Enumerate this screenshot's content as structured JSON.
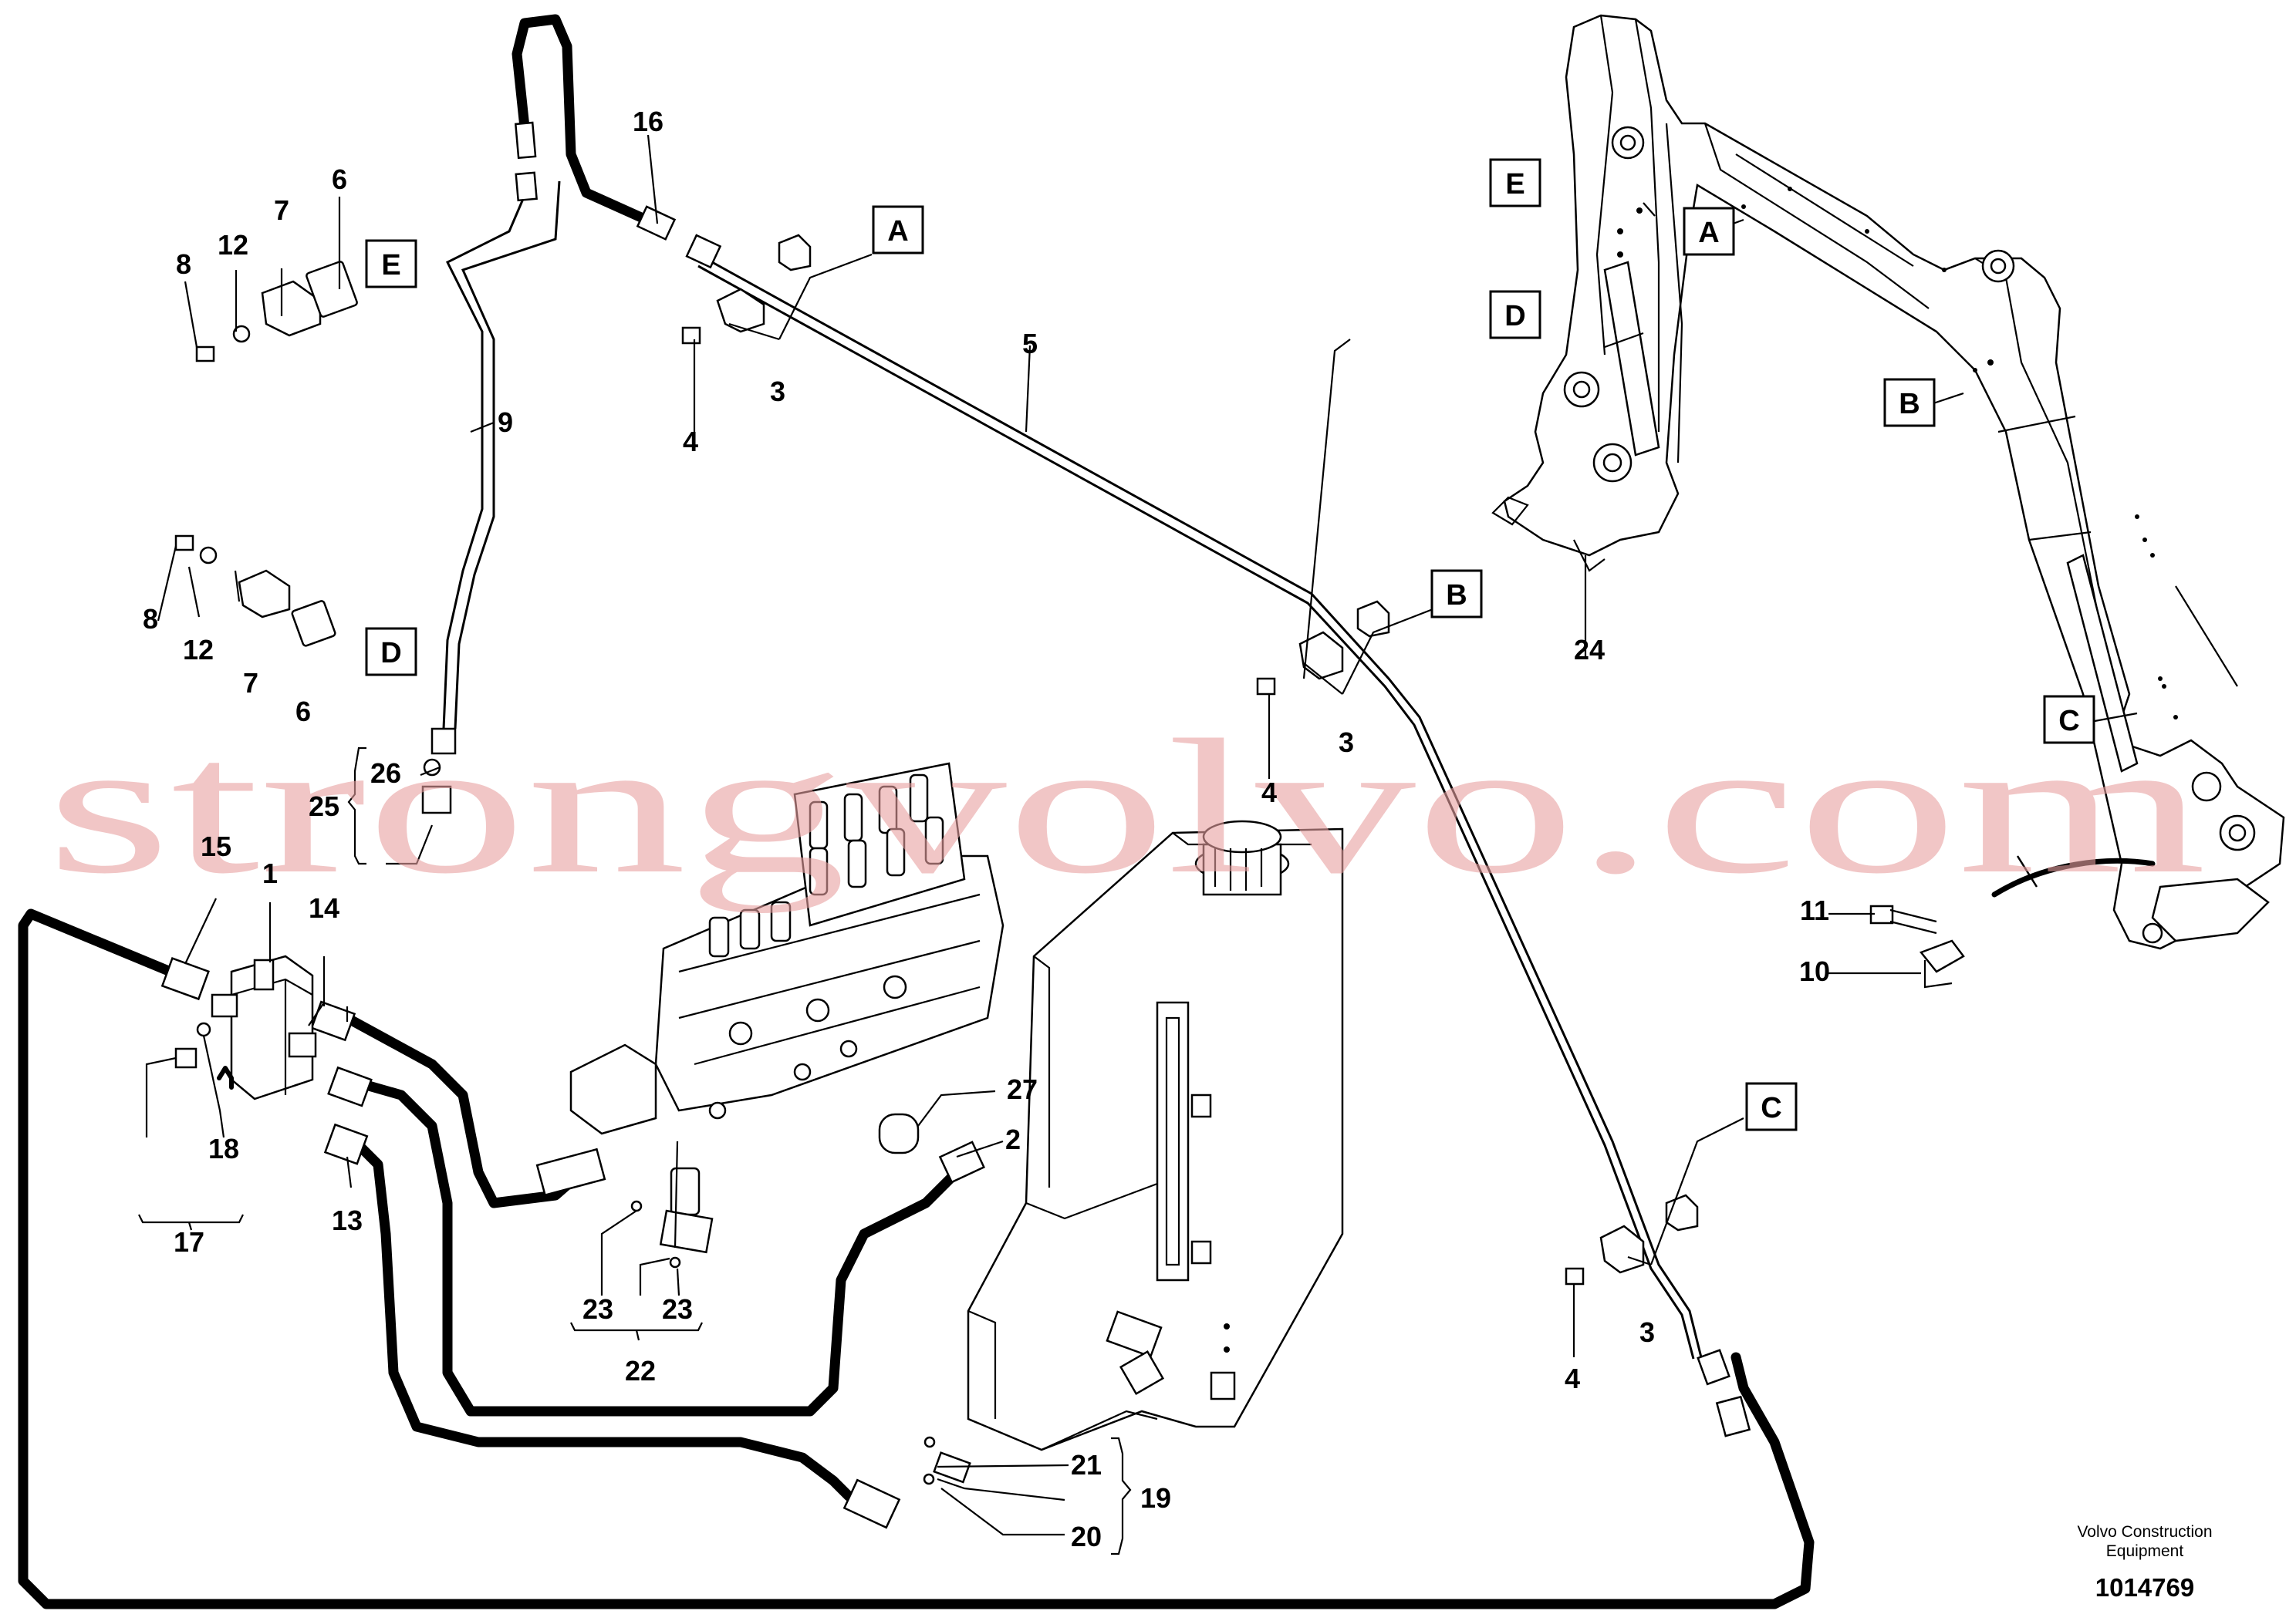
{
  "part_labels": {
    "p1": "1",
    "p2": "2",
    "p3a": "3",
    "p3b": "3",
    "p3c": "3",
    "p4a": "4",
    "p4b": "4",
    "p4c": "4",
    "p5": "5",
    "p6a": "6",
    "p6b": "6",
    "p7a": "7",
    "p7b": "7",
    "p8a": "8",
    "p8b": "8",
    "p9": "9",
    "p10": "10",
    "p11": "11",
    "p12a": "12",
    "p12b": "12",
    "p13": "13",
    "p14": "14",
    "p15": "15",
    "p16": "16",
    "p17": "17",
    "p18": "18",
    "p19": "19",
    "p20": "20",
    "p21": "21",
    "p22": "22",
    "p23a": "23",
    "p23b": "23",
    "p24": "24",
    "p25": "25",
    "p26": "26",
    "p27": "27"
  },
  "ref_boxes": {
    "A1": "A",
    "A2": "A",
    "B1": "B",
    "B2": "B",
    "C1": "C",
    "C2": "C",
    "D1": "D",
    "D2": "D",
    "E1": "E",
    "E2": "E"
  },
  "footer": {
    "company_line1": "Volvo Construction",
    "company_line2": "Equipment",
    "doc_number": "1014769"
  },
  "watermark": "strongvolvo.com"
}
